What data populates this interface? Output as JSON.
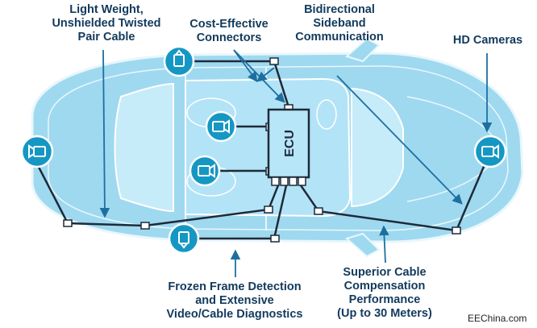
{
  "labels": {
    "cable": [
      "Light Weight,",
      "Unshielded Twisted",
      "Pair Cable"
    ],
    "connectors": [
      "Cost-Effective",
      "Connectors"
    ],
    "sideband": [
      "Bidirectional",
      "Sideband",
      "Communication"
    ],
    "cameras": [
      "HD Cameras"
    ],
    "diagnostics": [
      "Frozen Frame Detection",
      "and Extensive",
      "Video/Cable Diagnostics"
    ],
    "compensation": [
      "Superior Cable",
      "Compensation",
      "Performance",
      "(Up to 30 Meters)"
    ]
  },
  "ecu_label": "ECU",
  "watermark": "EEChina.com",
  "colors": {
    "car_body": "#9fd9f0",
    "car_outline": "#e9f7fd",
    "camera_bubble": "#1597c4",
    "ecu_fill": "#b7e6f8",
    "wire": "#1e2a38",
    "text": "#123a5c"
  }
}
